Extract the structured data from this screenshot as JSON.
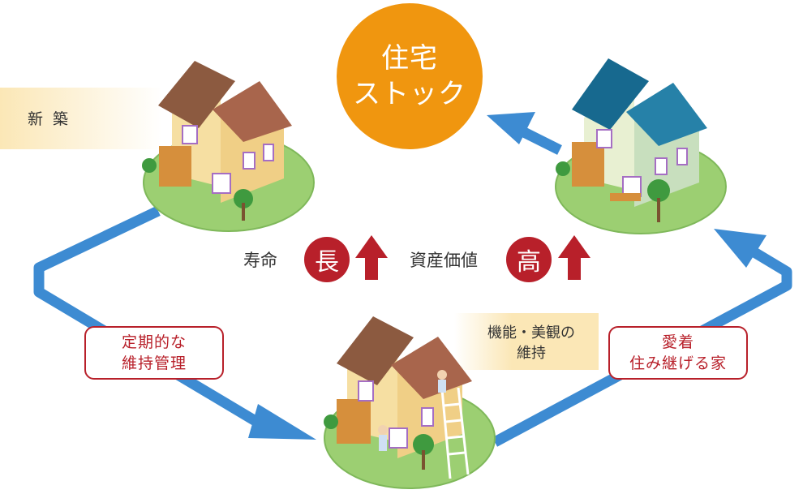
{
  "center": {
    "line1": "住宅",
    "line2": "ストック"
  },
  "labels": {
    "new_build": "新 築",
    "maintenance_line1": "定期的な",
    "maintenance_line2": "維持管理",
    "function_line1": "機能・美観の",
    "function_line2": "維持",
    "attach_line1": "愛着",
    "attach_line2": "住み継げる家"
  },
  "metrics": {
    "life_label": "寿命",
    "life_badge": "長",
    "value_label": "資産価値",
    "value_badge": "高"
  },
  "colors": {
    "arrow": "#3d8bd2",
    "badge": "#b8202a",
    "stock": "#f0960f",
    "lawn": "#9ccf72"
  }
}
